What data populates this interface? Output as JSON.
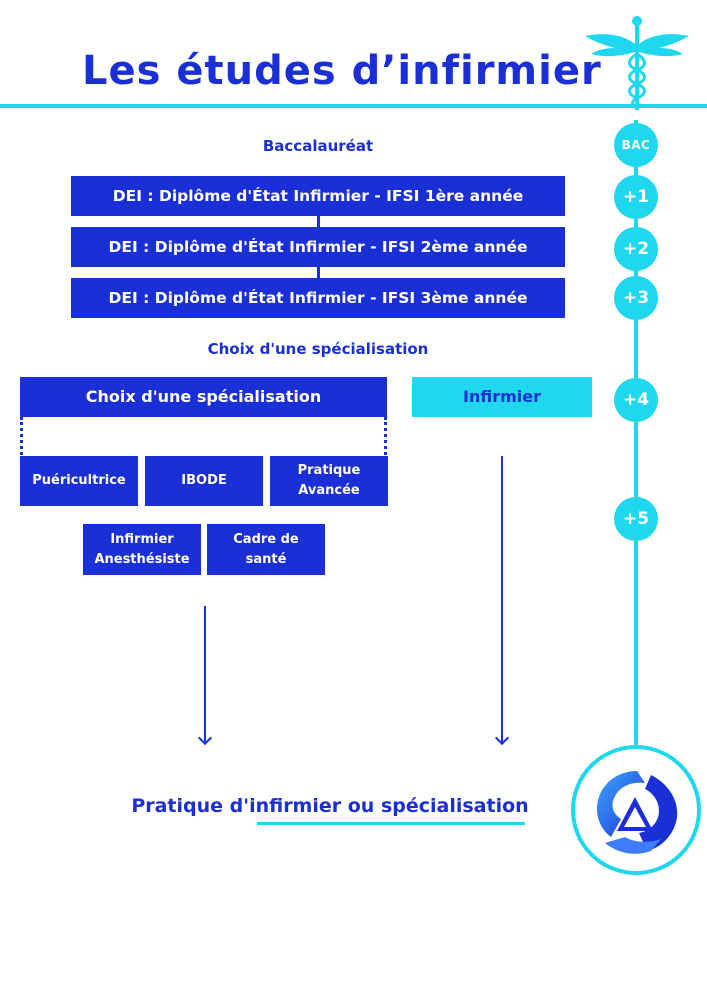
{
  "header": {
    "title": "Les études d’infirmier"
  },
  "flow": {
    "bac_label": "Baccalauréat",
    "years": [
      "DEI : Diplôme d'État Infirmier - IFSI 1ère année",
      "DEI : Diplôme d'État Infirmier - IFSI 2ème année",
      "DEI : Diplôme d'État Infirmier - IFSI 3ème année"
    ],
    "spec_label": "Choix d'une spécialisation",
    "spec_box": "Choix d'une spécialisation",
    "nurse_box": "Infirmier",
    "specialties_row1": [
      "Puéricultrice",
      "IBODE",
      "Pratique Avancée"
    ],
    "specialties_row2": [
      "Infirmier Anesthésiste",
      "Cadre de santé"
    ],
    "outcome": "Pratique d'infirmier ou spécialisation"
  },
  "timeline": {
    "steps": [
      "BAC",
      "+1",
      "+2",
      "+3",
      "+4",
      "+5"
    ]
  },
  "colors": {
    "primary_blue": "#1b2fd6",
    "accent_cyan": "#1fd7ef"
  },
  "icons": {
    "header": "caduceus-icon",
    "logo": "brand-logo"
  }
}
